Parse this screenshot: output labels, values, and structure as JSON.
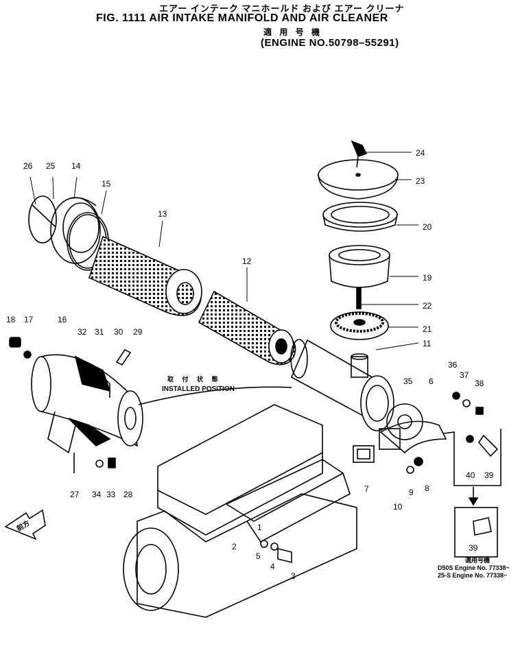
{
  "header": {
    "jp_title": "エアー インテーク マニホールド および エアー クリーナ",
    "fig_title": "FIG. 1111  AIR INTAKE MANIFOLD AND AIR CLEANER",
    "jp_applicability": "適 用 号 機",
    "engine_range": "(ENGINE NO.50798–55291)"
  },
  "callouts": [
    "1",
    "2",
    "3",
    "4",
    "5",
    "6",
    "7",
    "8",
    "9",
    "10",
    "11",
    "12",
    "13",
    "14",
    "15",
    "16",
    "17",
    "18",
    "19",
    "20",
    "21",
    "22",
    "23",
    "24",
    "25",
    "26",
    "27",
    "28",
    "29",
    "30",
    "31",
    "32",
    "33",
    "34",
    "35",
    "36",
    "37",
    "38",
    "39",
    "40"
  ],
  "installed_position": {
    "jp": "取 付 状 態",
    "label": "INSTALLED POSITION"
  },
  "front_arrow": "前方",
  "applicability_box": {
    "title": "適用号機",
    "lines": [
      "D50S Engine No. 77338~",
      "25-S  Engine No. 77338~"
    ]
  }
}
